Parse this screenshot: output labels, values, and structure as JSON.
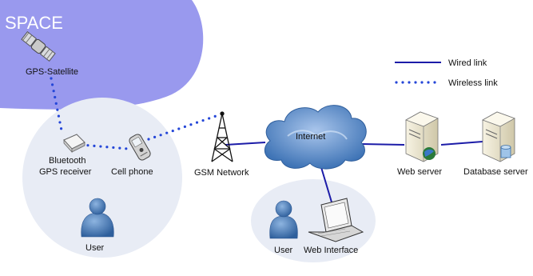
{
  "zones": {
    "space": "SPACE"
  },
  "legend": {
    "wired": "Wired link",
    "wireless": "Wireless link"
  },
  "nodes": {
    "satellite": "GPS-Satellite",
    "gps_receiver_line1": "Bluetooth",
    "gps_receiver_line2": "GPS receiver",
    "cell_phone": "Cell phone",
    "user_left": "User",
    "gsm": "GSM Network",
    "internet": "Internet",
    "web_server": "Web server",
    "database_server": "Database server",
    "user_right": "User",
    "web_interface": "Web Interface"
  },
  "colors": {
    "space_fill": "#9999ee",
    "zone_fill": "#e8ecf5",
    "wired_link": "#1c1ca8",
    "wireless_link": "#2446d8",
    "cloud": "#5b8fc8",
    "user_icon": "#3d74b4"
  }
}
